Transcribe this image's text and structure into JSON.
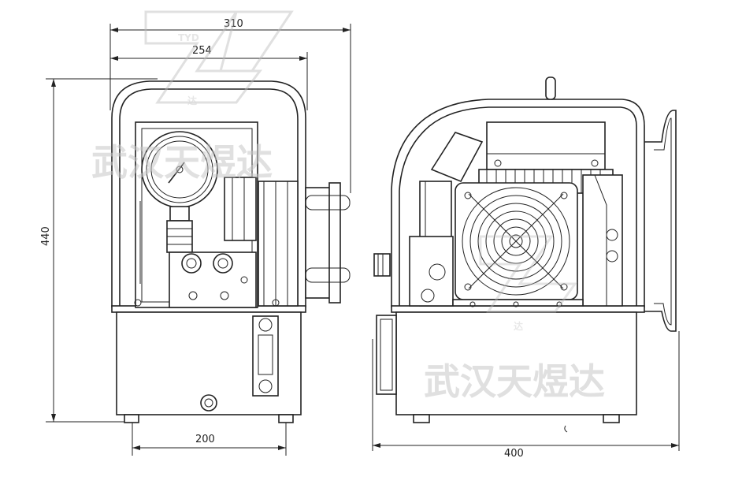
{
  "dimensions": {
    "front_overall_width": "310",
    "front_frame_width": "254",
    "height": "440",
    "base_width": "200",
    "side_length": "400"
  },
  "watermark": {
    "text_front": "武汉天煜达",
    "text_side": "武汉天煜达",
    "logo_letters": "TYD",
    "logo_small_front": "达",
    "logo_small_side": "达"
  },
  "colors": {
    "line": "#222222",
    "watermark": "#c8c8c8"
  }
}
